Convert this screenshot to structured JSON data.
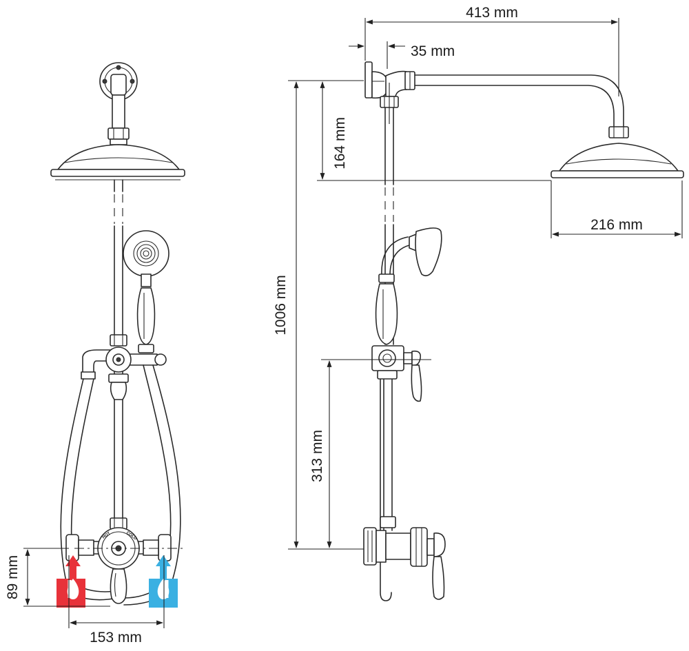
{
  "dimensions": {
    "overall_width": "413 mm",
    "wall_offset": "35 mm",
    "head_drop": "164 mm",
    "overall_height": "1006 mm",
    "head_diameter": "216 mm",
    "diverter_height": "313 mm",
    "inlet_height": "89 mm",
    "inlet_centres": "153 mm"
  },
  "valve_labels": {
    "hot": "HOT",
    "cold": "COLD"
  },
  "colors": {
    "hot": "#e8323a",
    "cold": "#3ab0e2",
    "line": "#2a2a2a"
  },
  "icons": [
    "hot-inlet-icon",
    "cold-inlet-icon"
  ]
}
